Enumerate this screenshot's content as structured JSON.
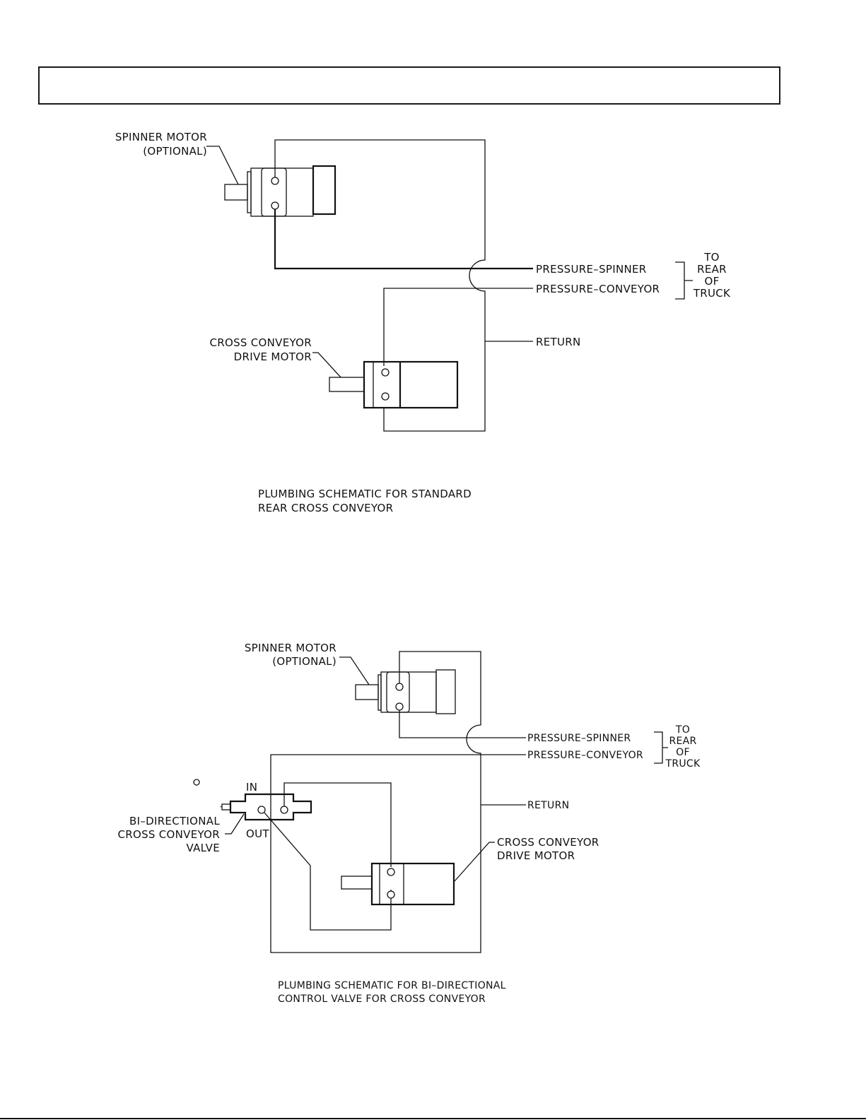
{
  "page": {
    "header_box_text": ""
  },
  "diagram1": {
    "caption_line1": "PLUMBING SCHEMATIC FOR STANDARD",
    "caption_line2": "REAR CROSS CONVEYOR",
    "spinner_label_line1": "SPINNER MOTOR",
    "spinner_label_line2": "(OPTIONAL)",
    "conveyor_label_line1": "CROSS CONVEYOR",
    "conveyor_label_line2": "DRIVE MOTOR",
    "line_pressure_spinner": "PRESSURE–SPINNER",
    "line_pressure_conveyor": "PRESSURE–CONVEYOR",
    "line_return": "RETURN",
    "destination_line1": "TO",
    "destination_line2": "REAR",
    "destination_line3": "OF",
    "destination_line4": "TRUCK"
  },
  "diagram2": {
    "caption_line1": "PLUMBING SCHEMATIC FOR BI–DIRECTIONAL",
    "caption_line2": "CONTROL VALVE FOR CROSS CONVEYOR",
    "spinner_label_line1": "SPINNER MOTOR",
    "spinner_label_line2": "(OPTIONAL)",
    "conveyor_label_line1": "CROSS CONVEYOR",
    "conveyor_label_line2": "DRIVE MOTOR",
    "valve_label_line1": "BI–DIRECTIONAL",
    "valve_label_line2": "CROSS CONVEYOR",
    "valve_label_line3": "VALVE",
    "valve_port_in": "IN",
    "valve_port_out": "OUT",
    "line_pressure_spinner": "PRESSURE–SPINNER",
    "line_pressure_conveyor": "PRESSURE–CONVEYOR",
    "line_return": "RETURN",
    "destination_line1": "TO",
    "destination_line2": "REAR",
    "destination_line3": "OF",
    "destination_line4": "TRUCK"
  }
}
